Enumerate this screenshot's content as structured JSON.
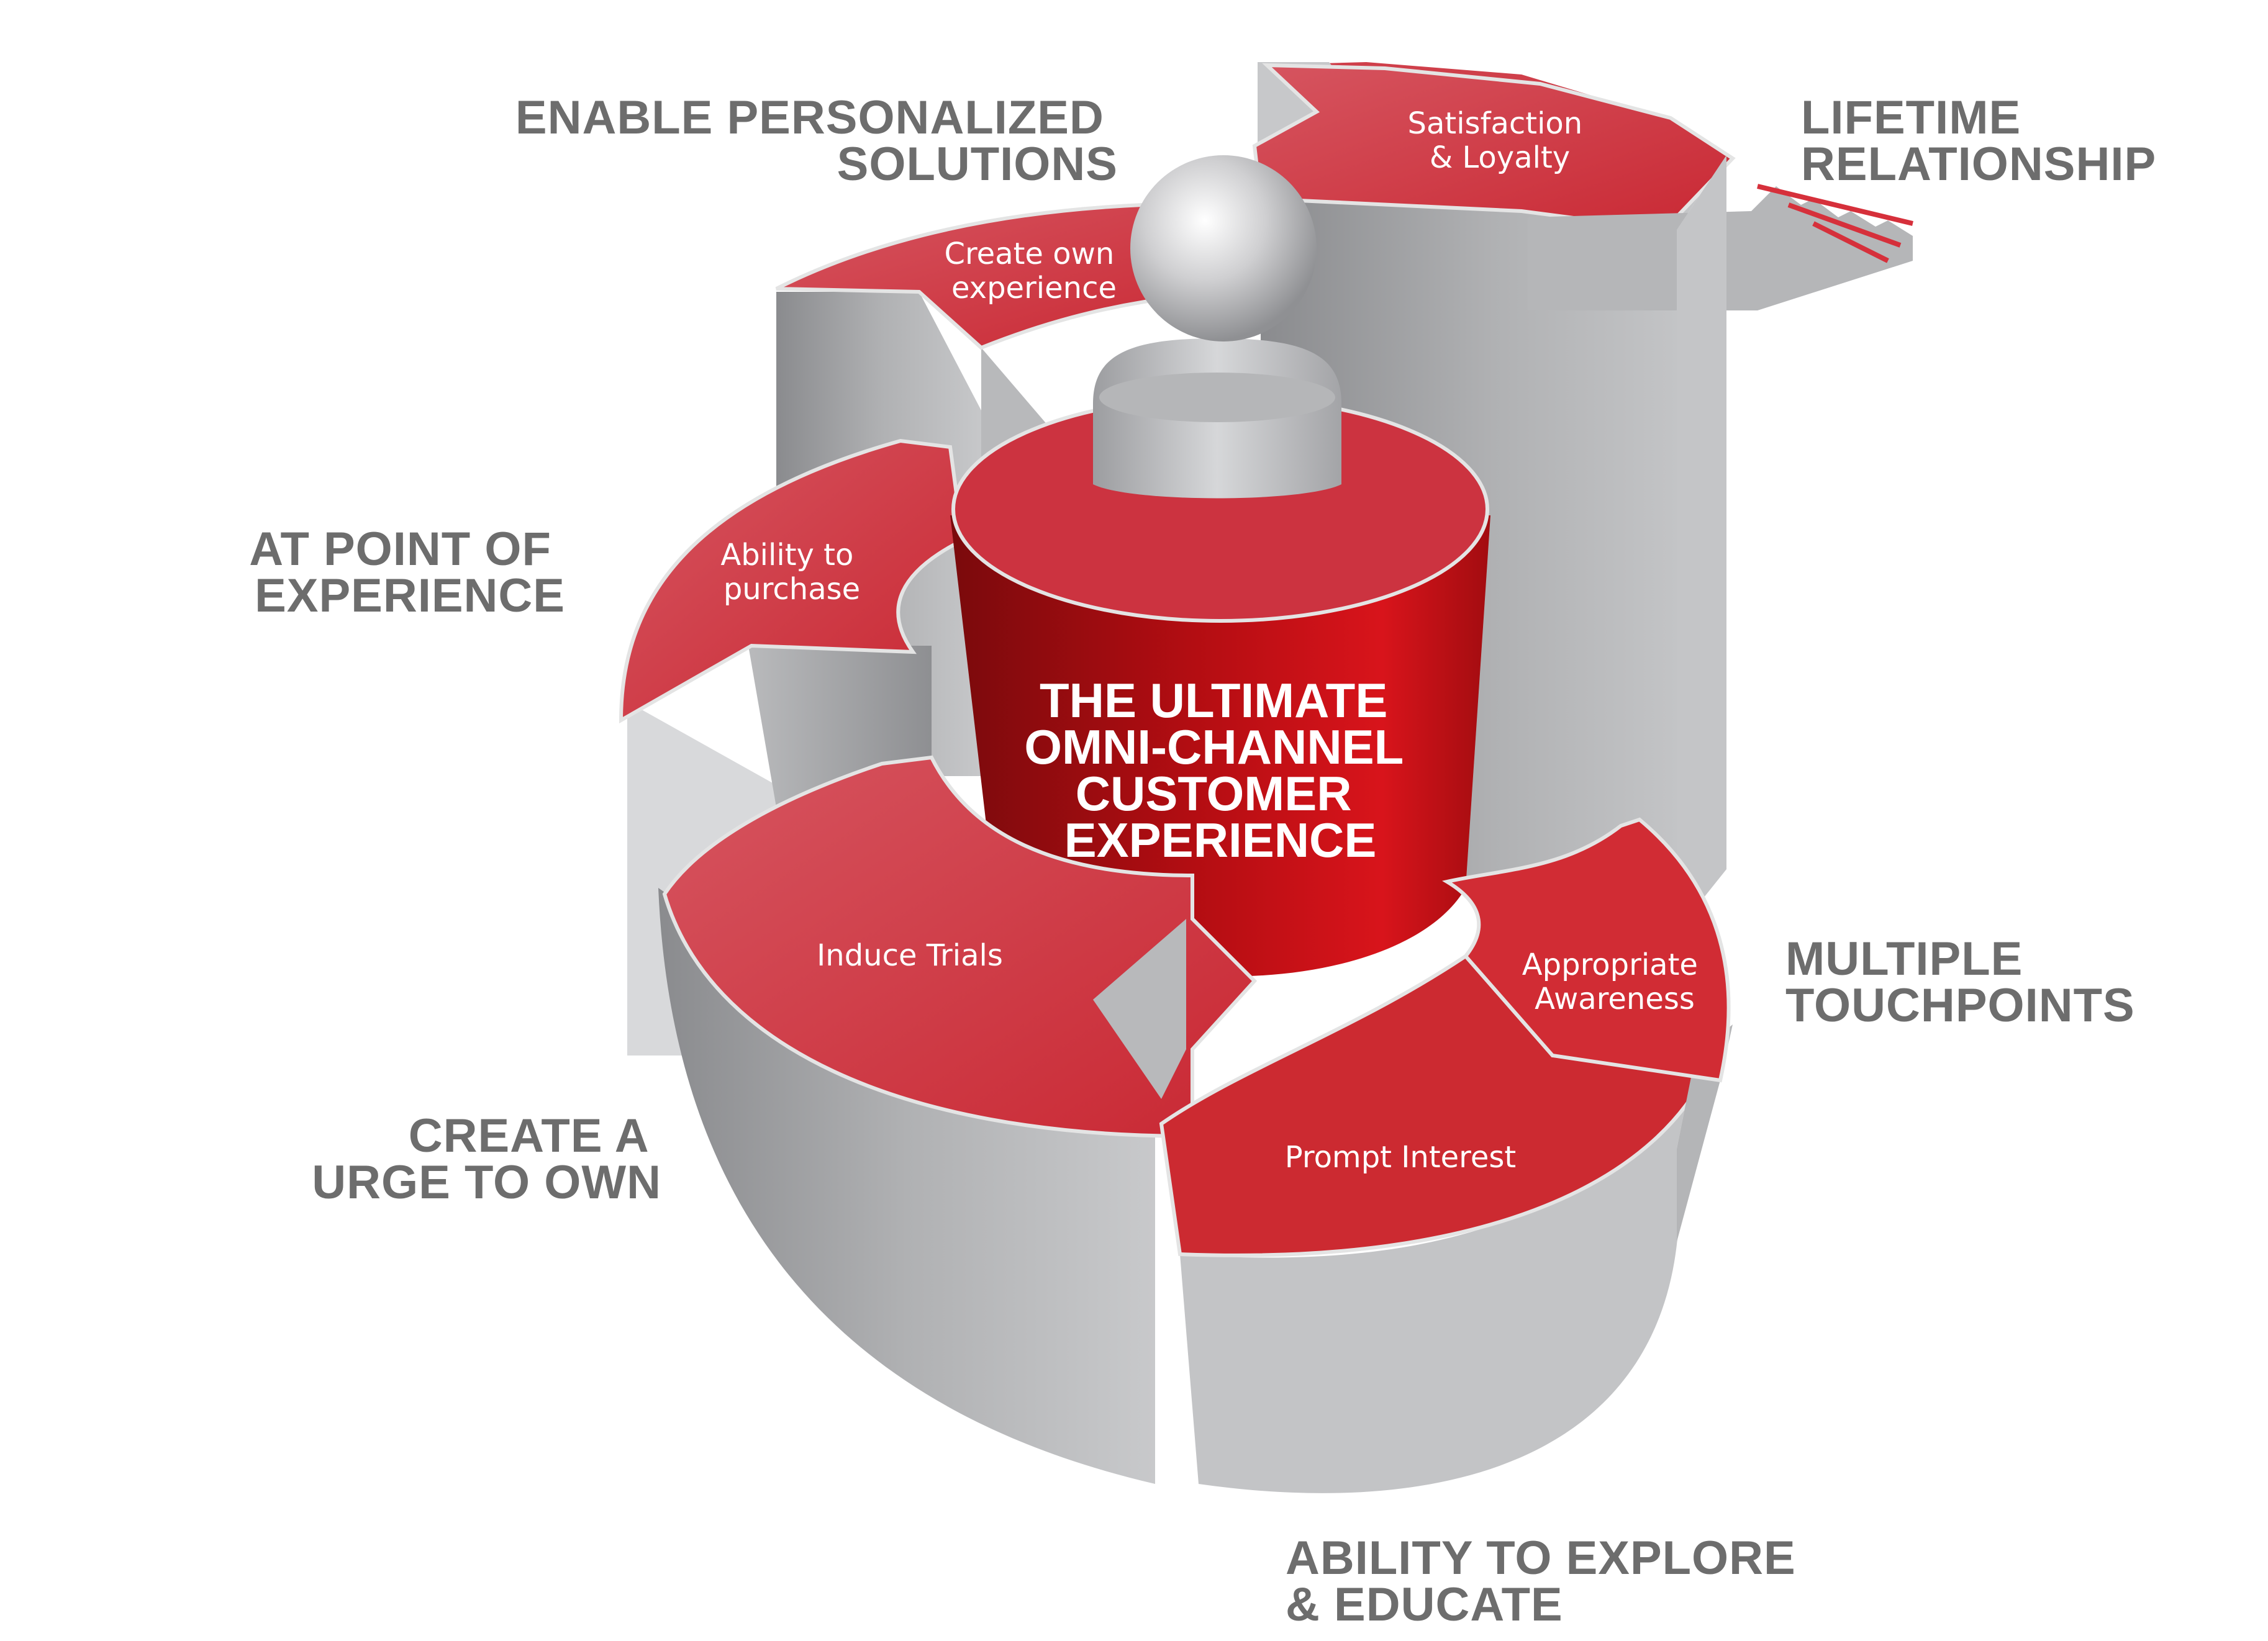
{
  "center": {
    "title_lines": [
      "THE ULTIMATE",
      "OMNI-CHANNEL",
      "CUSTOMER",
      "EXPERIENCE"
    ]
  },
  "segments": {
    "satisfaction": [
      "Satisfaction",
      "& Loyalty"
    ],
    "create_own": [
      "Create own",
      "experience"
    ],
    "ability_purchase": [
      "Ability to",
      "purchase"
    ],
    "induce_trials": [
      "Induce Trials"
    ],
    "prompt_interest": [
      "Prompt Interest"
    ],
    "appropriate_awareness": [
      "Appropriate",
      "Awareness"
    ]
  },
  "outer_labels": {
    "enable_personalized": [
      "ENABLE PERSONALIZED",
      "SOLUTIONS"
    ],
    "lifetime": [
      "LIFETIME",
      "RELATIONSHIP"
    ],
    "point_of_experience": [
      "AT POINT OF",
      "EXPERIENCE"
    ],
    "urge_to_own": [
      "CREATE A",
      "URGE TO OWN"
    ],
    "multiple_touchpoints": [
      "MULTIPLE",
      "TOUCHPOINTS"
    ],
    "explore_educate": [
      "ABILITY TO EXPLORE",
      "& EDUCATE"
    ]
  },
  "colors": {
    "red": "#d42b38",
    "red_dark": "#9e0a0f",
    "grey": "#a9aaac",
    "grey_dark": "#8c8d90",
    "text_grey": "#6d6d6d"
  }
}
